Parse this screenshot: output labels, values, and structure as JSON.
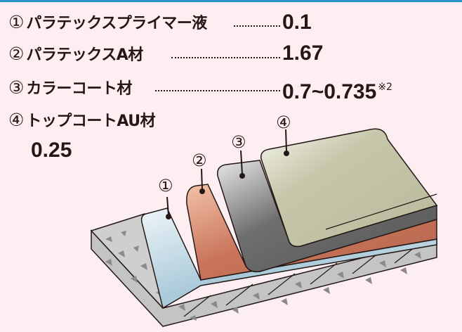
{
  "items": [
    {
      "number": "①",
      "name": "パラテックスプライマー液",
      "value": "0.1"
    },
    {
      "number": "②",
      "name": "パラテックスA材",
      "value": "1.67"
    },
    {
      "number": "③",
      "name": "カラーコート材",
      "value": "0.7~0.735",
      "note": "※2"
    },
    {
      "number": "④",
      "name": "トップコートAU材",
      "value": "0.25"
    }
  ],
  "callouts": [
    "①",
    "②",
    "③",
    "④"
  ],
  "colors": {
    "background": "#fdeef2",
    "accent_line": "#2b8fc8",
    "primer": "#a9c9d9",
    "base_a": "#c9745a",
    "color_coat": "#616161",
    "top_coat": "#c6c6aa",
    "concrete": "#c4c4c4"
  }
}
